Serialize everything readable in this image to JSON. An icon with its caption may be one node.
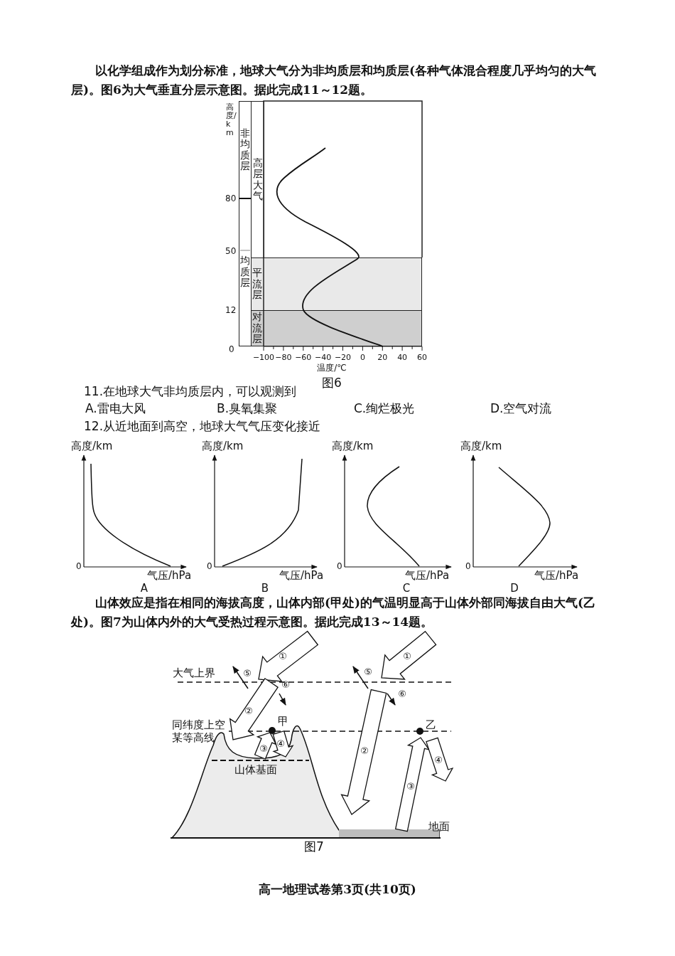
{
  "diagram": {
    "nodes": [
      {
        "text": [
          "非均质层"
        ]
      },
      {
        "text": [
          "均质层"
        ]
      },
      {
        "text": [
          "高层大气"
        ]
      },
      {
        "text": [
          "平流层"
        ]
      },
      {
        "text": [
          "对流层"
        ]
      }
    ],
    "labels": [
      "以化学组成作为划分标准，地球大气分为非均质层和均质层(各种气体混合程度几乎均匀的大气层)。图6为大气垂直分层示意图。据此完成11～12题。",
      "高度/km",
      "80",
      "50",
      "12",
      "0",
      "−100",
      "−80",
      "−60",
      "−40",
      "−20",
      "0",
      "20",
      "40",
      "60",
      "温度/℃",
      "图6",
      "11.在地球大气非均质层内，可以观测到",
      "A.雷电大风",
      "B.臭氧集聚",
      "C.绚烂极光",
      "D.空气对流",
      "12.从近地面到高空，地球大气气压变化接近",
      "高度/km",
      "0",
      "气压/hPa",
      "A",
      "高度/km",
      "0",
      "气压/hPa",
      "B",
      "高度/km",
      "0",
      "气压/hPa",
      "C",
      "高度/km",
      "0",
      "气压/hPa",
      "D",
      "山体效应是指在相同的海拔高度，山体内部(甲处)的气温明显高于山体外部同海拔自由大气(乙处)。图7为山体内外的大气受热过程示意图。据此完成13～14题。",
      "大气上界",
      "⑤",
      "①",
      "⑥",
      "②",
      "同纬度上空某等高线",
      "甲",
      "③",
      "④",
      "山体基面",
      "⑤",
      "①",
      "⑥",
      "②",
      "乙",
      "③",
      "④",
      "地面",
      "图7",
      "高一地理试卷第3页(共10页)"
    ]
  }
}
